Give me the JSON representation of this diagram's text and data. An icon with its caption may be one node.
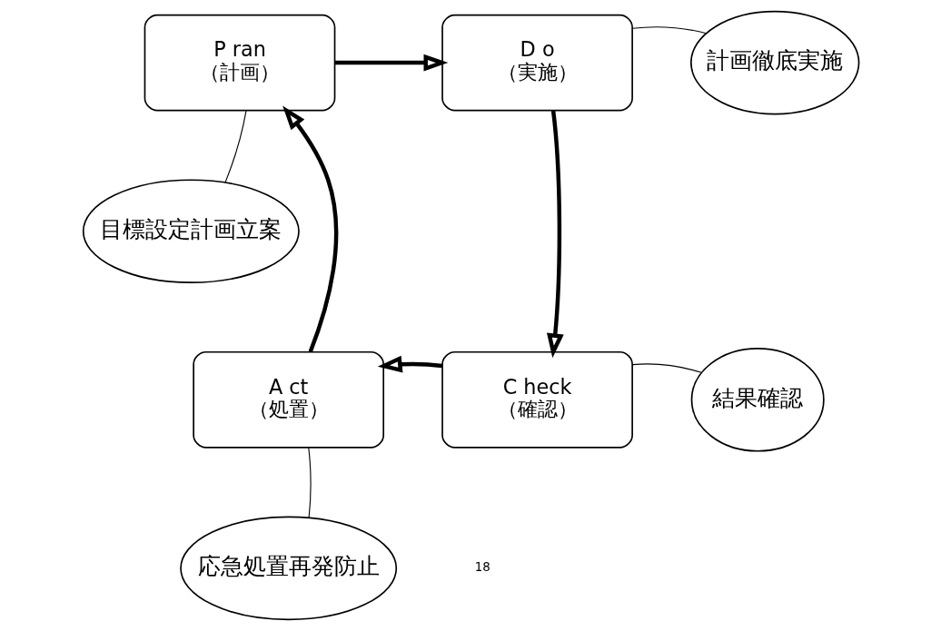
{
  "diagram": {
    "nodes": [
      {
        "text": [
          "P ran",
          "（計画）"
        ]
      },
      {
        "text": [
          "D o",
          "（実施）"
        ]
      },
      {
        "text": [
          "C heck",
          "（確認）"
        ]
      },
      {
        "text": [
          "A ct",
          "（処置）"
        ]
      },
      {
        "text": [
          "計画徹底実施"
        ]
      },
      {
        "text": [
          "目標設定計画立案"
        ]
      },
      {
        "text": [
          "結果確認"
        ]
      },
      {
        "text": [
          "応急処置再発防止"
        ]
      }
    ],
    "edges": [
      {
        "from": 0,
        "to": 1,
        "arrow": "to",
        "style": "thick"
      },
      {
        "from": 1,
        "to": 2,
        "arrow": "to",
        "style": "thick"
      },
      {
        "from": 2,
        "to": 3,
        "arrow": "to",
        "style": "thick"
      },
      {
        "from": 3,
        "to": 0,
        "arrow": "to",
        "style": "thick"
      },
      {
        "from": 4,
        "to": 1,
        "arrow": "none"
      },
      {
        "from": 5,
        "to": 0,
        "arrow": "none"
      },
      {
        "from": 6,
        "to": 2,
        "arrow": "none"
      },
      {
        "from": 7,
        "to": 3,
        "arrow": "none"
      }
    ],
    "labels": [
      "18"
    ]
  }
}
